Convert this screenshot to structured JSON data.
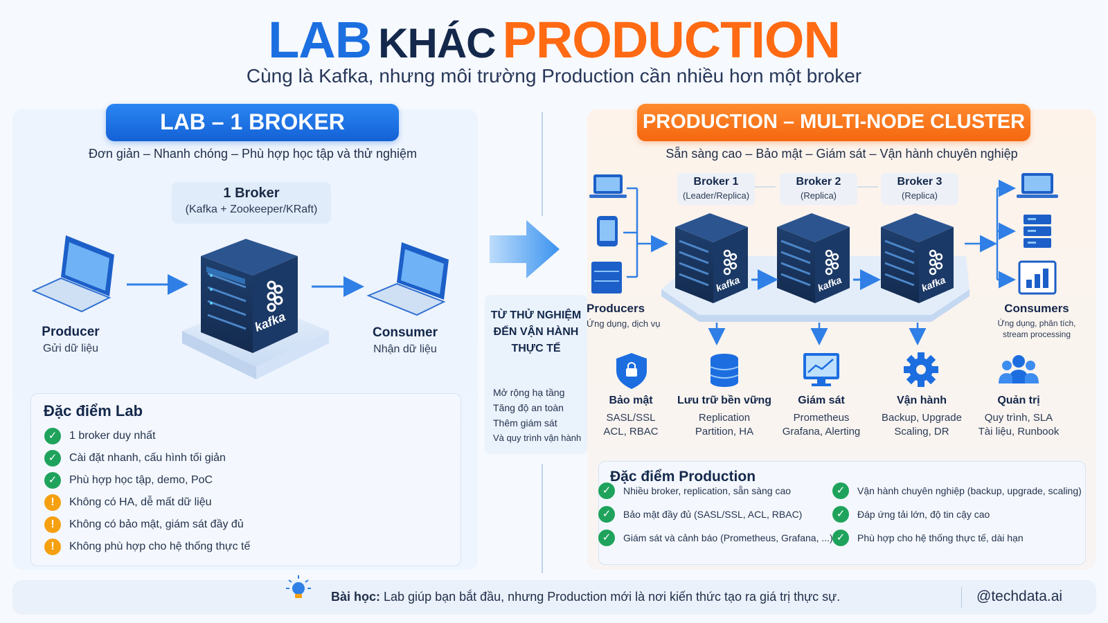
{
  "title": {
    "lab": "LAB",
    "khac": "KHÁC",
    "production": "PRODUCTION"
  },
  "subtitle": "Cùng là Kafka, nhưng môi trường Production cần nhiều hơn một broker",
  "lab": {
    "pill": "LAB – 1 BROKER",
    "tagline": "Đơn giản – Nhanh chóng – Phù hợp học tập và thử nghiệm",
    "broker_title": "1 Broker",
    "broker_sub": "(Kafka + Zookeeper/KRaft)",
    "kafka_label": "kafka",
    "producer_title": "Producer",
    "producer_sub": "Gửi dữ liệu",
    "consumer_title": "Consumer",
    "consumer_sub": "Nhận dữ liệu",
    "features_title": "Đặc điểm Lab",
    "features": [
      {
        "icon": "check",
        "text": "1 broker duy nhất"
      },
      {
        "icon": "check",
        "text": "Cài đặt nhanh, cấu hình tối giản"
      },
      {
        "icon": "check",
        "text": "Phù hợp học tập, demo, PoC"
      },
      {
        "icon": "warn",
        "text": "Không có HA, dễ mất dữ liệu"
      },
      {
        "icon": "warn",
        "text": "Không có bảo mật, giám sát đầy đủ"
      },
      {
        "icon": "warn",
        "text": "Không phù hợp cho hệ thống thực tế"
      }
    ]
  },
  "middle": {
    "title_lines": [
      "TỪ THỬ NGHIỆM",
      "ĐẾN VẬN HÀNH",
      "THỰC TẾ"
    ],
    "items": [
      "Mở rộng hạ tầng",
      "Tăng độ an toàn",
      "Thêm giám sát",
      "Và quy trình vận hành"
    ]
  },
  "production": {
    "pill": "PRODUCTION – MULTI-NODE CLUSTER",
    "tagline": "Sẵn sàng cao – Bảo mật – Giám sát – Vận hành chuyên nghiệp",
    "brokers": [
      {
        "title": "Broker 1",
        "role": "(Leader/Replica)"
      },
      {
        "title": "Broker 2",
        "role": "(Replica)"
      },
      {
        "title": "Broker 3",
        "role": "(Replica)"
      }
    ],
    "kafka_label": "kafka",
    "producers_title": "Producers",
    "producers_sub": "Ứng dụng, dịch vụ",
    "consumers_title": "Consumers",
    "consumers_sub": [
      "Ứng dụng, phân tích,",
      "stream processing"
    ],
    "pillars": [
      {
        "icon": "shield-lock-icon",
        "title": "Bảo mật",
        "lines": [
          "SASL/SSL",
          "ACL, RBAC"
        ]
      },
      {
        "icon": "database-icon",
        "title": "Lưu trữ bền vững",
        "lines": [
          "Replication",
          "Partition, HA"
        ]
      },
      {
        "icon": "monitor-chart-icon",
        "title": "Giám sát",
        "lines": [
          "Prometheus",
          "Grafana, Alerting"
        ]
      },
      {
        "icon": "gear-icon",
        "title": "Vận hành",
        "lines": [
          "Backup, Upgrade",
          "Scaling, DR"
        ]
      },
      {
        "icon": "people-icon",
        "title": "Quản trị",
        "lines": [
          "Quy trình, SLA",
          "Tài liệu, Runbook"
        ]
      }
    ],
    "features_title": "Đặc điểm Production",
    "features_left": [
      "Nhiều broker, replication, sẵn sàng cao",
      "Bảo mật đầy đủ (SASL/SSL, ACL, RBAC)",
      "Giám sát và cảnh báo (Prometheus, Grafana, ...)"
    ],
    "features_right": [
      "Vận hành chuyên nghiệp (backup, upgrade, scaling)",
      "Đáp ứng tải lớn, độ tin cậy cao",
      "Phù hợp cho hệ thống thực tế, dài hạn"
    ]
  },
  "footer": {
    "lesson_label": "Bài học:",
    "lesson_text": " Lab giúp bạn bắt đầu, nhưng Production mới là nơi kiến thức tạo ra giá trị thực sự.",
    "handle": "@techdata.ai"
  },
  "colors": {
    "blue": "#1b6fe0",
    "orange": "#ff6a13",
    "navy": "#14284b",
    "green": "#1fa35c",
    "amber": "#f5a011"
  }
}
